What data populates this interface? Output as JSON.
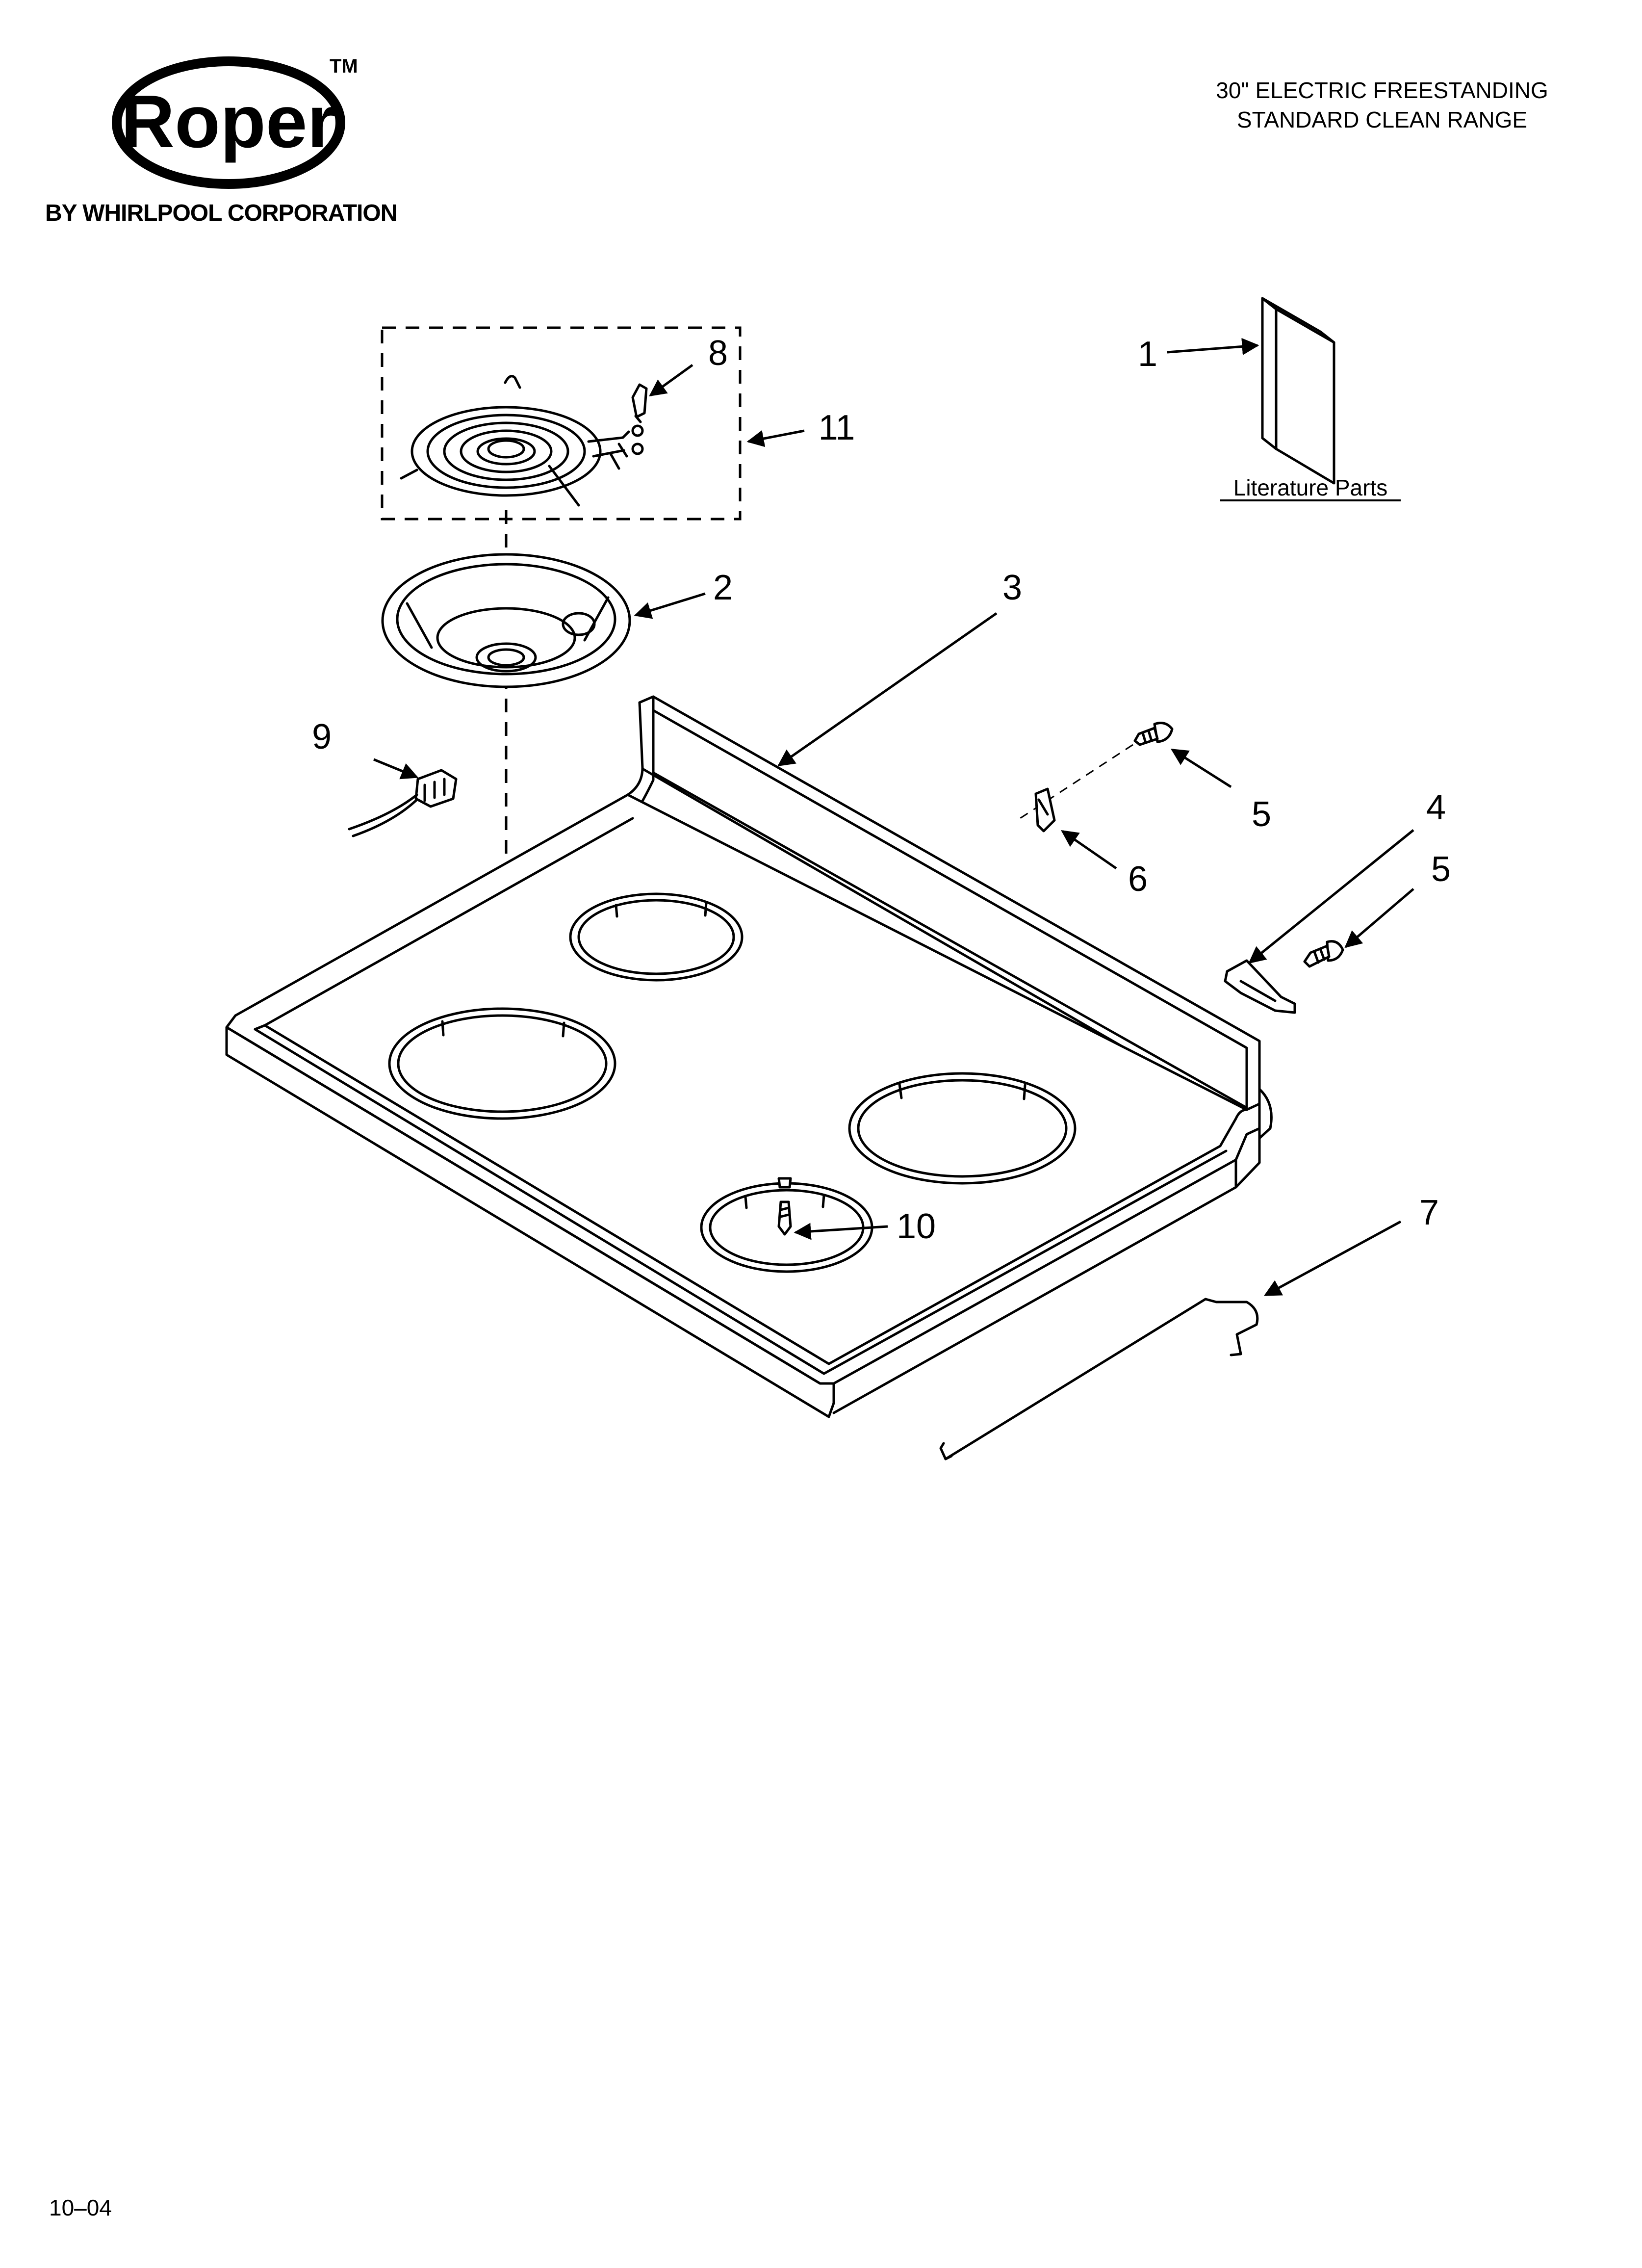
{
  "header": {
    "brand": "Roper",
    "trademark": "TM",
    "corporation": "BY WHIRLPOOL CORPORATION",
    "title_line1": "30\" ELECTRIC FREESTANDING",
    "title_line2": "STANDARD CLEAN RANGE"
  },
  "literature_label": "Literature Parts",
  "callouts": {
    "c1": "1",
    "c2": "2",
    "c3": "3",
    "c4": "4",
    "c5a": "5",
    "c5b": "5",
    "c6": "6",
    "c7": "7",
    "c8": "8",
    "c9": "9",
    "c10": "10",
    "c11": "11"
  },
  "footer": {
    "date_code": "10–04"
  }
}
